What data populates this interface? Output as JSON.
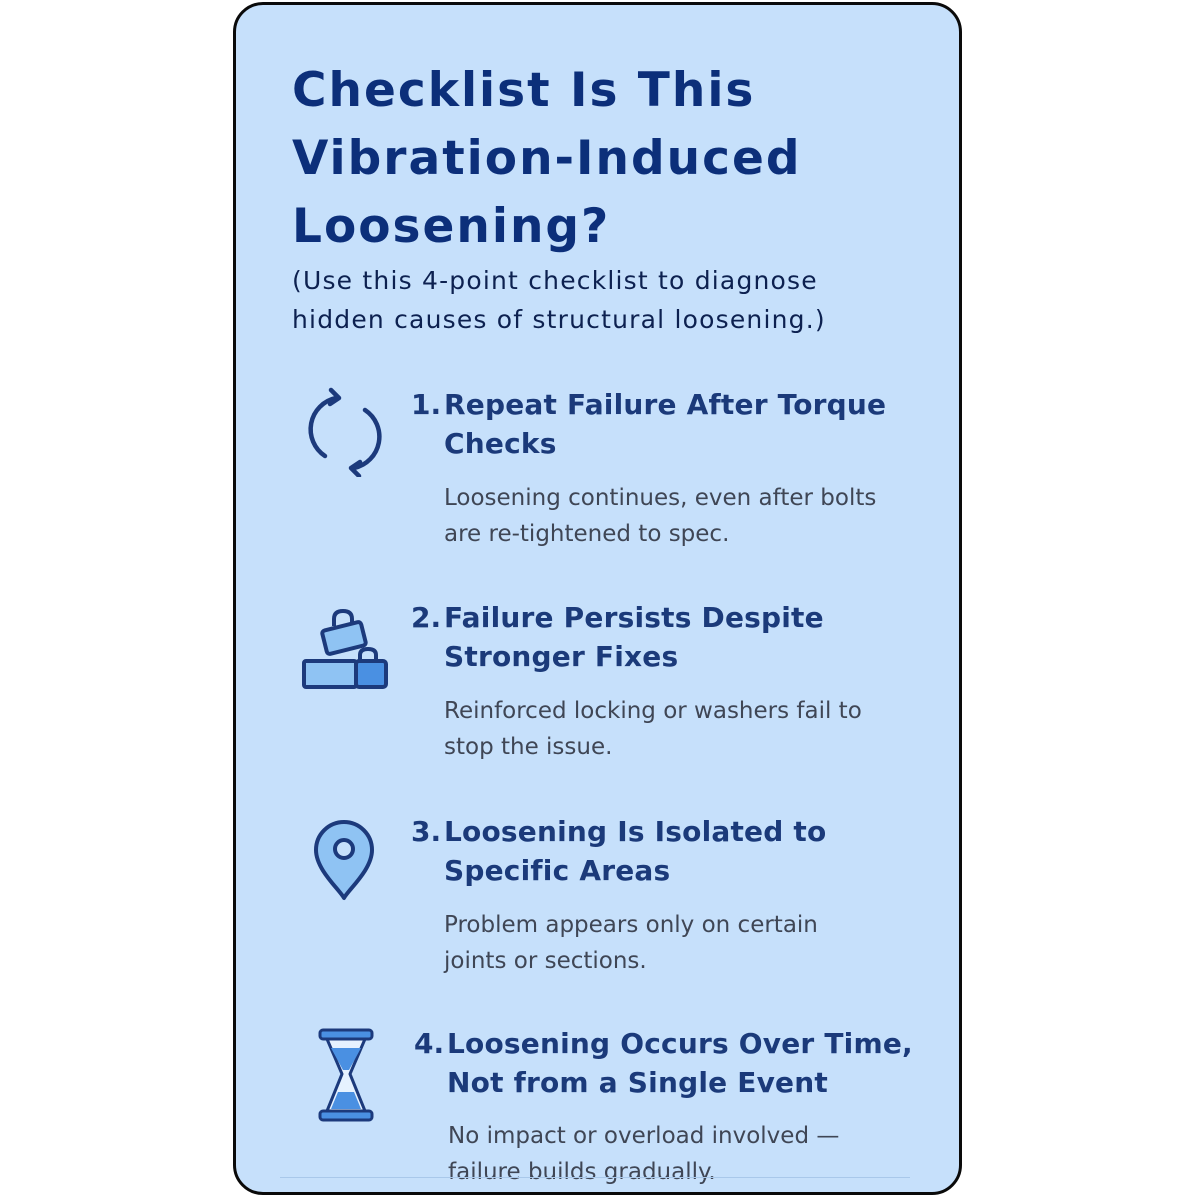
{
  "card": {
    "title": "Checklist Is This Vibration-Induced Loosening?",
    "subtitle": "(Use this 4-point checklist to diagnose hidden causes of structural loosening.)"
  },
  "items": [
    {
      "number": "1.",
      "heading": "Repeat Failure After Torque Checks",
      "description": "Loosening continues, even after bolts are re-tightened to spec.",
      "icon": "refresh-icon"
    },
    {
      "number": "2.",
      "heading": "Failure Persists Despite Stronger Fixes",
      "description": "Reinforced locking or washers fail to stop the issue.",
      "icon": "lock-blocks-icon"
    },
    {
      "number": "3.",
      "heading": "Loosening Is Isolated to Specific Areas",
      "description": "Problem appears only on certain joints or sections.",
      "icon": "map-pin-icon"
    },
    {
      "number": "4.",
      "heading": "Loosening Occurs Over Time, Not from a Single Event",
      "description": "No impact or overload involved — failure builds gradually.",
      "icon": "hourglass-icon"
    }
  ],
  "colors": {
    "card_background": "#c6e0fb",
    "title": "#0c2f7a",
    "heading": "#1b3a7a",
    "description": "#3f4655",
    "icon_stroke": "#1c3a7c",
    "icon_fill": "#8fc3f3"
  }
}
